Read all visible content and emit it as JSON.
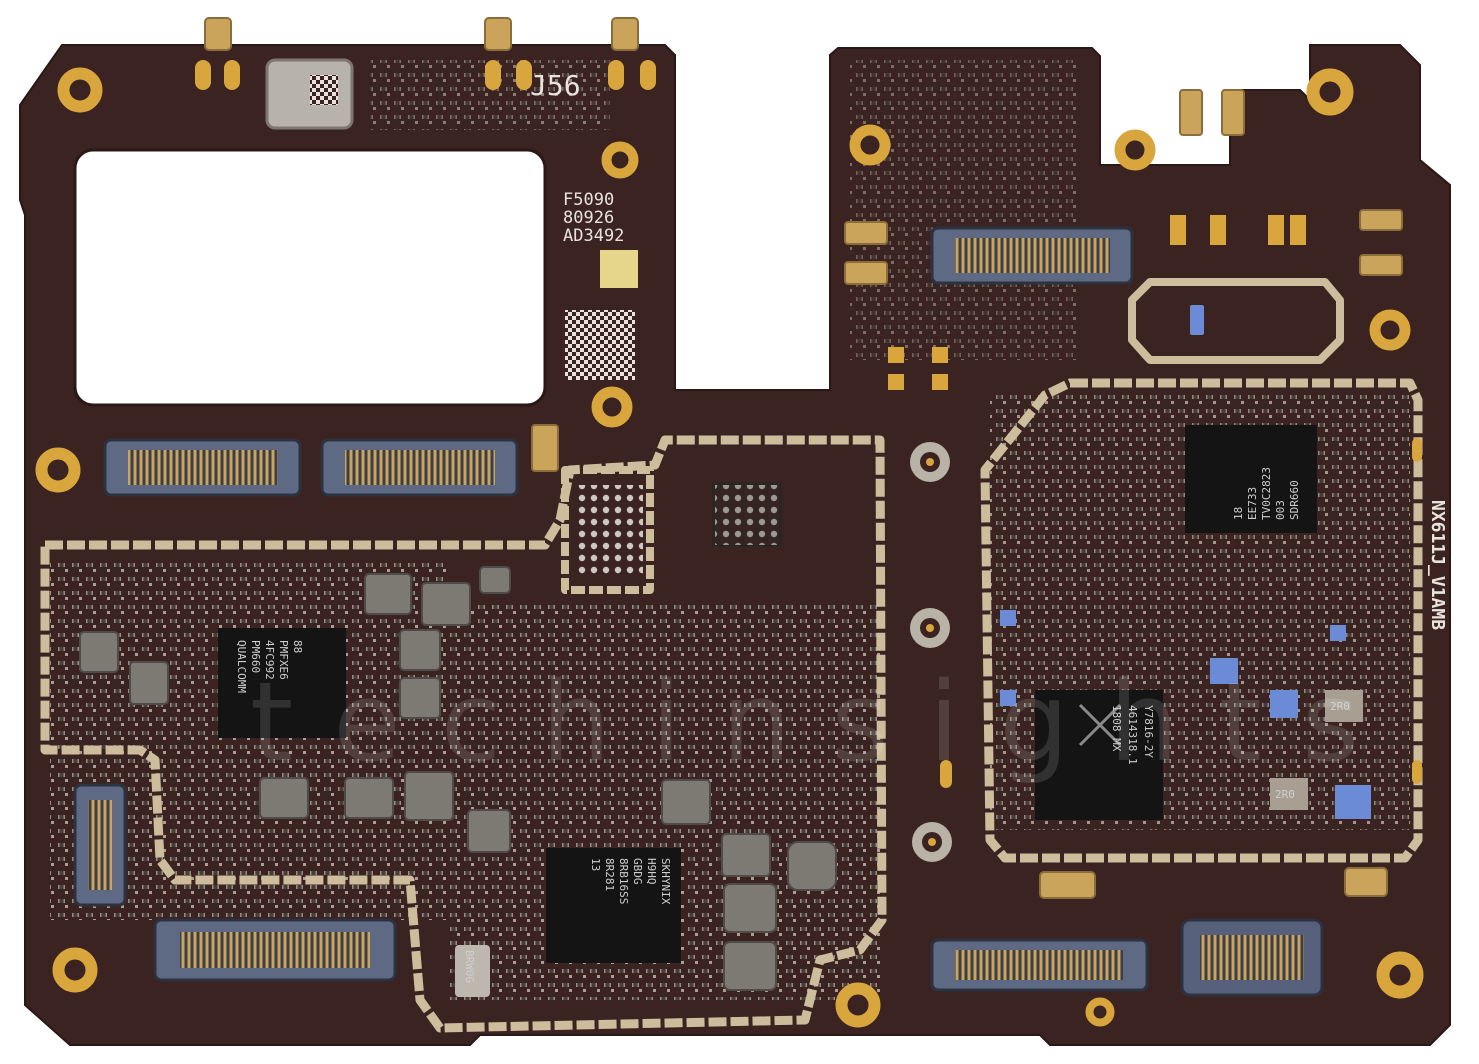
{
  "labels": {
    "connector_id": "J56",
    "lot_line1": "F5090",
    "lot_line2": "80926",
    "lot_line3": "AD3492",
    "model": "NX611J_V1AMB",
    "watermark": "techinsights"
  },
  "chips": {
    "pmic_left": [
      "QUALCOMM",
      "PM660",
      "4FC992",
      "PMFXE6",
      "88"
    ],
    "memory_center": [
      "SKHYNIX",
      "H9HQ",
      "GBDG",
      "8RB16SS",
      "8R281",
      "13"
    ],
    "rf_top_right": [
      "SDR660",
      "003",
      "TV0C2823",
      "EE733",
      "18"
    ],
    "rf_mid_right": [
      "Y7816-2Y",
      "4614318.1",
      "1808 MX"
    ]
  },
  "small_labels": {
    "xtal": "BRW0G",
    "coil_a": "2R0",
    "coil_b": "2R0"
  },
  "colors": {
    "pcb": "#3a2320",
    "pcb_dark": "#2d1b18",
    "gold": "#d8a63c",
    "shield": "#cdbd9c",
    "chip": "#141414",
    "component": "#8a8278",
    "connector": "#5e6a84"
  }
}
